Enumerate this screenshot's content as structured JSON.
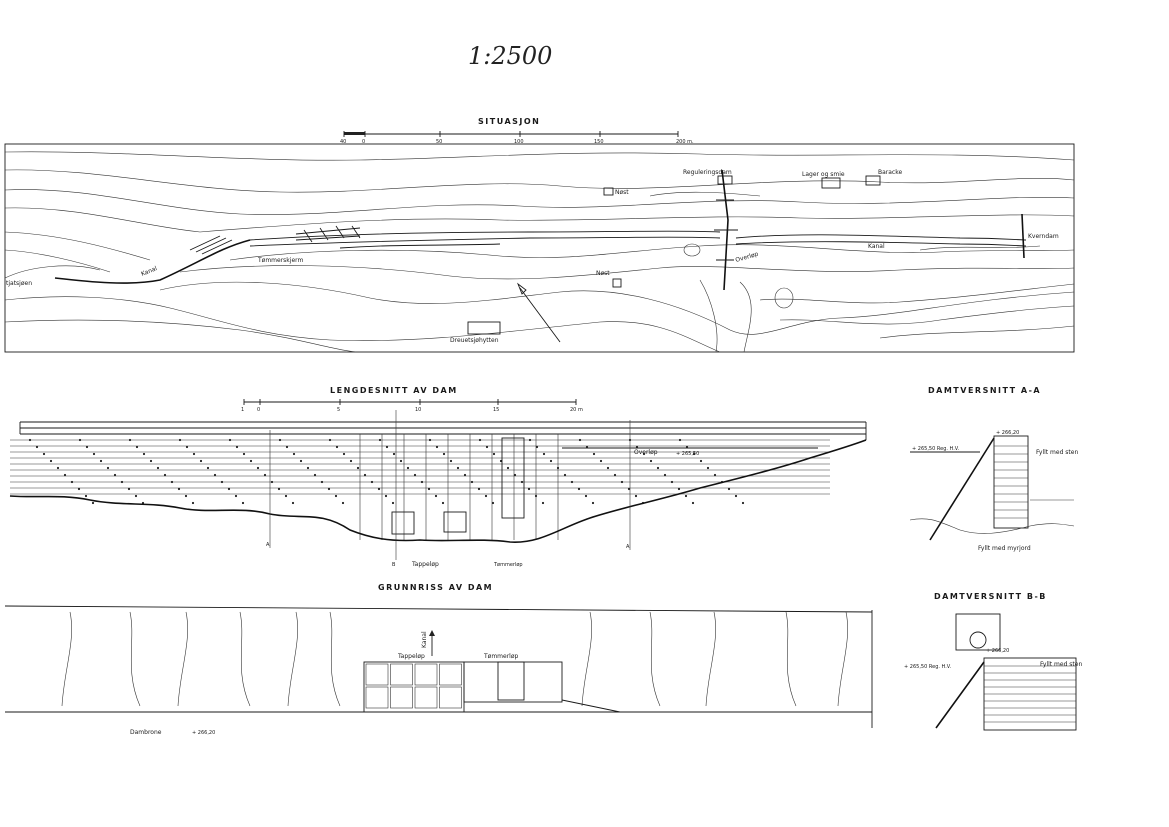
{
  "scale_note": "1:2500",
  "situasjon": {
    "title": "SITUASJON",
    "scale_ticks": [
      "40",
      "0",
      "50",
      "100",
      "150",
      "200 m."
    ],
    "labels": {
      "reguleringsdam": "Reguleringsdam",
      "lager": "Lager og smie",
      "baracke": "Baracke",
      "nost_top": "Nøst",
      "nost_mid": "Nøst",
      "kanal_left": "Kanal",
      "kanal_right": "Kanal",
      "temmerskjerm": "Tømmerskjerm",
      "overlop": "Overløp",
      "kverndam": "Kverndam",
      "lake": "tjatsjøen",
      "hut": "Dreuetsjøhytten"
    }
  },
  "lengdesnitt": {
    "title": "LENGDESNITT AV DAM",
    "scale_ticks": [
      "1",
      "0",
      "5",
      "10",
      "15",
      "20 m"
    ],
    "labels": {
      "overlop": "Overløp",
      "overlop_level": "+ 265,50",
      "tappelop": "Tappeløp",
      "tommerlop": "Tømmerløp",
      "marker_a": "A",
      "marker_b": "B"
    }
  },
  "grunnriss": {
    "title": "GRUNNRISS AV DAM",
    "labels": {
      "kanal": "Kanal",
      "tappelop": "Tappeløp",
      "tommerlop": "Tømmerløp",
      "dambrone": "Dambrone",
      "dambrone_level": "+ 266,20"
    }
  },
  "snitt_aa": {
    "title": "DAMTVERSNITT A-A",
    "labels": {
      "top_level": "+ 266,20",
      "water_level": "+ 265,50 Reg. H.V.",
      "fyll": "Fyllt med sten",
      "bottom": "Fyllt med myrjord"
    }
  },
  "snitt_bb": {
    "title": "DAMTVERSNITT B-B",
    "labels": {
      "top_level": "+ 266,20",
      "water_level": "+ 265,50 Reg. H.V.",
      "fyll": "Fyllt med sten"
    }
  }
}
